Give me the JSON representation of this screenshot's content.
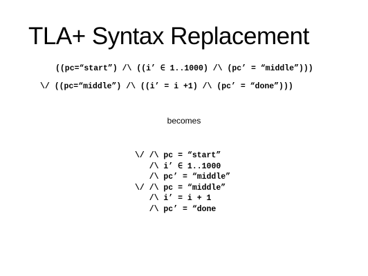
{
  "slide": {
    "title": "TLA+ Syntax Replacement",
    "original_lines": [
      "((pc=“start”) /\\ ((i’ ∈ 1..1000) /\\ (pc’ = “middle”)))",
      "\\/ ((pc=“middle”) /\\ ((i’ = i +1) /\\ (pc’ = “done”)))"
    ],
    "connector": "becomes",
    "replacement_lines": [
      "\\/ /\\ pc = “start”",
      "   /\\ i’ ∈ 1..1000",
      "   /\\ pc’ = “middle”",
      "\\/ /\\ pc = “middle”",
      "   /\\ i’ = i + 1",
      "   /\\ pc’ = “done"
    ]
  }
}
